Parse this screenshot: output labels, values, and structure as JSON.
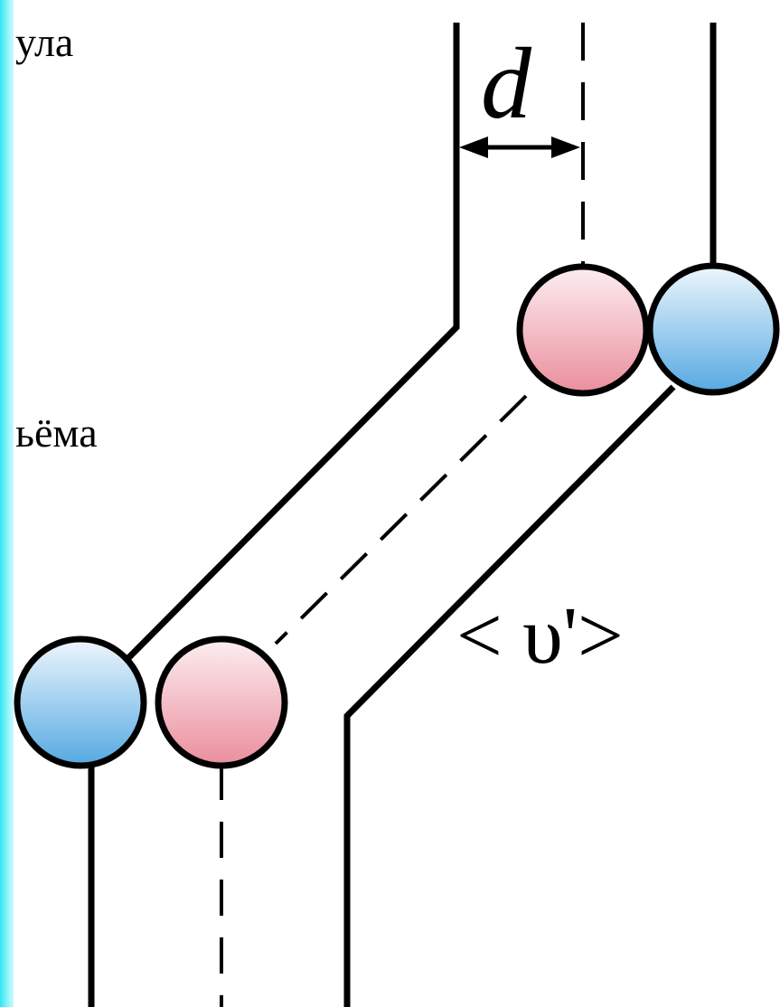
{
  "text_fragments": {
    "top": "ула",
    "middle": "ьёма"
  },
  "labels": {
    "distance": "d",
    "velocity": "< υ'>"
  },
  "colors": {
    "side_strip": "#2fe6f2",
    "blue_particle": "#6cb6e6",
    "pink_particle": "#ee98a6",
    "line": "#000000"
  }
}
